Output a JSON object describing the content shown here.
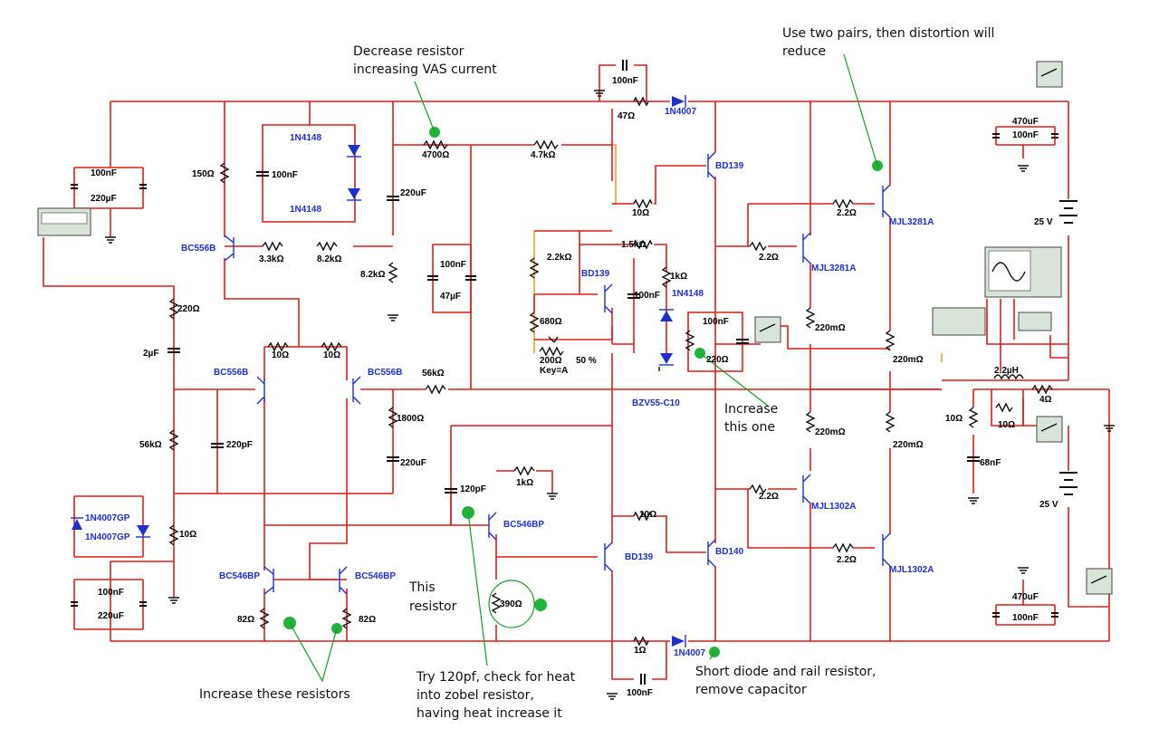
{
  "annotations": {
    "vas": [
      "Decrease resistor",
      "increasing VAS current"
    ],
    "pairs": [
      "Use two pairs, then distortion will",
      "reduce"
    ],
    "increase_one": [
      "Increase",
      "this one"
    ],
    "this_resistor": [
      "This",
      "resistor"
    ],
    "increase_these": [
      "Increase these resistors"
    ],
    "try120": [
      "Try 120pf, check for heat",
      "into zobel resistor,",
      "having heat increase it"
    ],
    "short_diode": [
      "Short diode and rail resistor,",
      "remove capacitor"
    ]
  },
  "labels": {
    "c_top_100nF": "100nF",
    "r_47": "47Ω",
    "d_top": "1N4007",
    "r_4700": "4700Ω",
    "r_4k7": "4.7kΩ",
    "d_1n4148_a": "1N4148",
    "d_1n4148_b": "1N4148",
    "c_100nF_mid": "100nF",
    "r_150": "150Ω",
    "c_220uF_a": "220uF",
    "c_100nF_left": "100nF",
    "c_220uF_left": "220µF",
    "q_bc556_top": "BC556B",
    "r_3k3": "3.3kΩ",
    "r_8k2_a": "8.2kΩ",
    "r_8k2_b": "8.2kΩ",
    "q_bd139_top": "BD139",
    "r_10_top": "10Ω",
    "r_2k2": "2.2kΩ",
    "r_1k5": "1.5kΩ",
    "q_bd139_mid": "BD139",
    "r_680": "680Ω",
    "pot_200": "200Ω",
    "pot_key": "Key=A",
    "pot_pct": "50 %",
    "r_1k": "1kΩ",
    "d_1n4148_c": "1N4148",
    "c_100nF_vbe": "100nF",
    "d_zener": "BZV55-C10",
    "c_100nF_b": "100nF",
    "c_47uF": "47µF",
    "r_220_a": "220Ω",
    "c_2uF": "2µF",
    "r_10_a": "10Ω",
    "r_10_b": "10Ω",
    "q_bc556_l": "BC556B",
    "q_bc556_r": "BC556B",
    "r_56k_a": "56kΩ",
    "r_1800": "1800Ω",
    "c_220uF_b": "220uF",
    "r_56k_b": "56kΩ",
    "c_220pF": "220pF",
    "c_100nF_z": "100nF",
    "r_220_z": "220Ω",
    "c_120pF": "120pF",
    "r_1k_b": "1kΩ",
    "q_bc546_vas": "BC546BP",
    "r_390": "390Ω",
    "d_1n4007gp_a": "1N4007GP",
    "d_1n4007gp_b": "1N4007GP",
    "r_10_c": "10Ω",
    "c_100nF_c": "100nF",
    "c_220uF_c": "220uF",
    "q_bc546_l": "BC546BP",
    "q_bc546_r": "BC546BP",
    "r_82_a": "82Ω",
    "r_82_b": "82Ω",
    "q_bd139_b": "BD139",
    "r_10_d": "10Ω",
    "q_bd140": "BD140",
    "r_1_bot": "1Ω",
    "d_bot": "1N4007",
    "c_100nF_bot": "100nF",
    "r_2_2_a": "2.2Ω",
    "r_2_2_b": "2.2Ω",
    "r_2_2_c": "2.2Ω",
    "r_2_2_d": "2.2Ω",
    "q_mjl3281_a": "MJL3281A",
    "q_mjl3281_b": "MJL3281A",
    "q_mjl1302_a": "MJL1302A",
    "q_mjl1302_b": "MJL1302A",
    "r_220m_a": "220mΩ",
    "r_220m_b": "220mΩ",
    "r_220m_c": "220mΩ",
    "r_220m_d": "220mΩ",
    "c_470uF_a": "470uF",
    "c_100nF_ra": "100nF",
    "c_470uF_b": "470uF",
    "c_100nF_rb": "100nF",
    "v_25_a": "25 V",
    "v_25_b": "25 V",
    "l_2u2": "2.2µH",
    "r_4": "4Ω",
    "r_10_e": "10Ω",
    "r_10_f": "10Ω",
    "c_68nF": "68nF"
  }
}
